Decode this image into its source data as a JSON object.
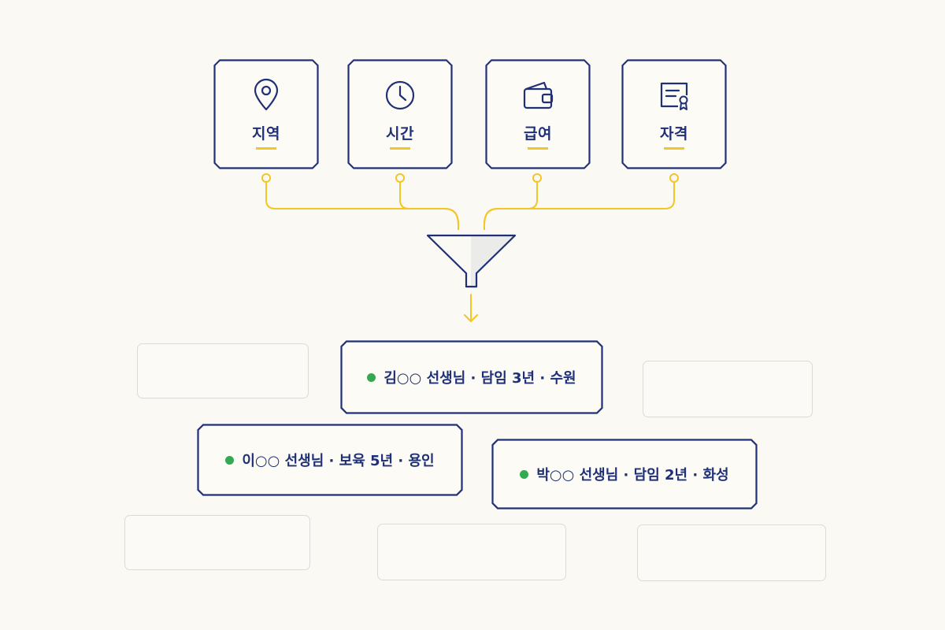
{
  "filters": [
    {
      "icon": "location-pin-icon",
      "label": "지역"
    },
    {
      "icon": "clock-icon",
      "label": "시간"
    },
    {
      "icon": "wallet-icon",
      "label": "급여"
    },
    {
      "icon": "certificate-icon",
      "label": "자격"
    }
  ],
  "results": [
    {
      "text": "김○○ 선생님 · 담임 3년 · 수원"
    },
    {
      "text": "이○○ 선생님 · 보육 5년 · 용인"
    },
    {
      "text": "박○○ 선생님 · 담임 2년 · 화성"
    }
  ],
  "colors": {
    "navy": "#1f3077",
    "yellow": "#f3c526",
    "green": "#34a853",
    "ghost_border": "#dcdcd6",
    "background": "#faf9f4"
  }
}
